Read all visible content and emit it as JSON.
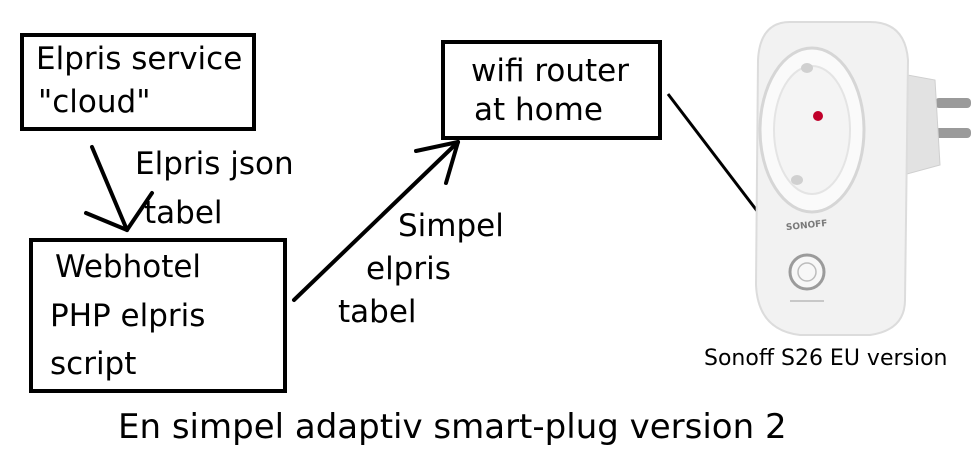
{
  "nodes": {
    "cloud": {
      "line1": "Elpris service",
      "line2": "\"cloud\""
    },
    "webhotel": {
      "line1": "Webhotel",
      "line2": "PHP elpris",
      "line3": "script"
    },
    "router": {
      "line1": "wifi router",
      "line2": "at home"
    }
  },
  "edge_labels": {
    "json": {
      "line1": "Elpris json",
      "line2": "tabel"
    },
    "simpel": {
      "line1": "Simpel",
      "line2": "elpris",
      "line3": "tabel"
    }
  },
  "device": {
    "brand": "SONOFF",
    "caption": "Sonoff S26 EU version"
  },
  "caption": "En simpel adaptiv smart-plug version 2",
  "colors": {
    "stroke": "#000000",
    "plug_body": "#f2f2f2",
    "led": "#c0002a"
  }
}
